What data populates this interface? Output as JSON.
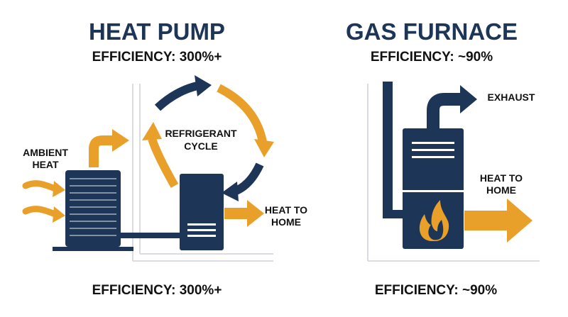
{
  "colors": {
    "navy": "#1d3557",
    "orange": "#e9a02a",
    "line": "#d9dce0",
    "white": "#ffffff"
  },
  "heat_pump": {
    "title": "HEAT PUMP",
    "efficiency_top": "EFFICIENCY: 300%+",
    "ambient_label_line1": "AMBIENT",
    "ambient_label_line2": "HEAT",
    "cycle_label_line1": "REFRIGERANT",
    "cycle_label_line2": "CYCLE",
    "output_label_line1": "HEAT TO",
    "output_label_line2": "HOME",
    "efficiency_bottom": "EFFICIENCY: 300%+"
  },
  "gas_furnace": {
    "title": "GAS FURNACE",
    "efficiency_top": "EFFICIENCY: ~90%",
    "exhaust_label": "EXHAUST",
    "output_label_line1": "HEAT TO",
    "output_label_line2": "HOME",
    "efficiency_bottom": "EFFICIENCY: ~90%"
  },
  "icons": {
    "outdoor_unit": "outdoor-unit-icon",
    "indoor_unit": "indoor-unit-icon",
    "furnace": "furnace-icon",
    "flame": "flame-icon"
  }
}
